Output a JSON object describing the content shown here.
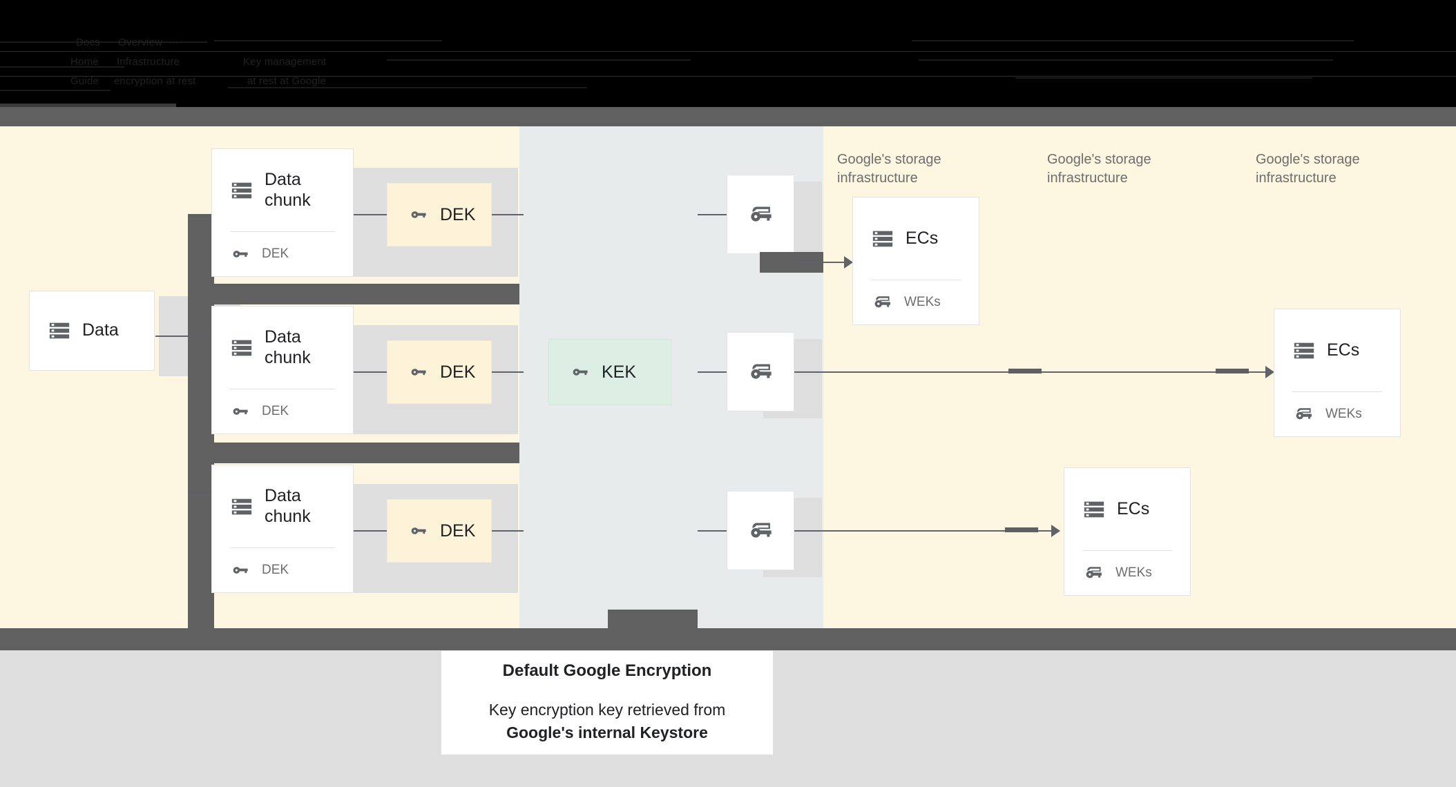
{
  "header": {
    "obscured": true,
    "lines": [
      "Docs      Overview  ···",
      "Home      Infrastructure                     Key management",
      "Guide     encryption at rest                 at rest at Google"
    ]
  },
  "diagram": {
    "source": {
      "title": "Data"
    },
    "chunks": [
      {
        "title": "Data chunk",
        "key_label": "DEK"
      },
      {
        "title": "Data chunk",
        "key_label": "DEK"
      },
      {
        "title": "Data chunk",
        "key_label": "DEK"
      }
    ],
    "dek_chips": [
      {
        "label": "DEK"
      },
      {
        "label": "DEK"
      },
      {
        "label": "DEK"
      }
    ],
    "kek_chip": {
      "label": "KEK"
    },
    "wrapped_key_tiles": [
      {
        "icon": "wrapped-key-icon"
      },
      {
        "icon": "wrapped-key-icon"
      },
      {
        "icon": "wrapped-key-icon"
      }
    ],
    "infra_labels": [
      "Google's storage infrastructure",
      "Google's storage infrastructure",
      "Google's storage infrastructure"
    ],
    "ec_cards": [
      {
        "title": "ECs",
        "key_label": "WEKs"
      },
      {
        "title": "ECs",
        "key_label": "WEKs"
      },
      {
        "title": "ECs",
        "key_label": "WEKs"
      }
    ]
  },
  "caption": {
    "title": "Default Google Encryption",
    "line1": "Key encryption key retrieved from",
    "line2": "Google's internal Keystore"
  },
  "colors": {
    "page_background": "#fdf6e0",
    "middle_band": "#e7ebeb",
    "dek_chip": "#fdf3d9",
    "kek_chip": "#ddefe5",
    "card_background": "#ffffff",
    "icon_grey": "#5f6368",
    "muted_text": "#6d6d6d",
    "redaction": "#606060",
    "footer": "#dedede"
  }
}
